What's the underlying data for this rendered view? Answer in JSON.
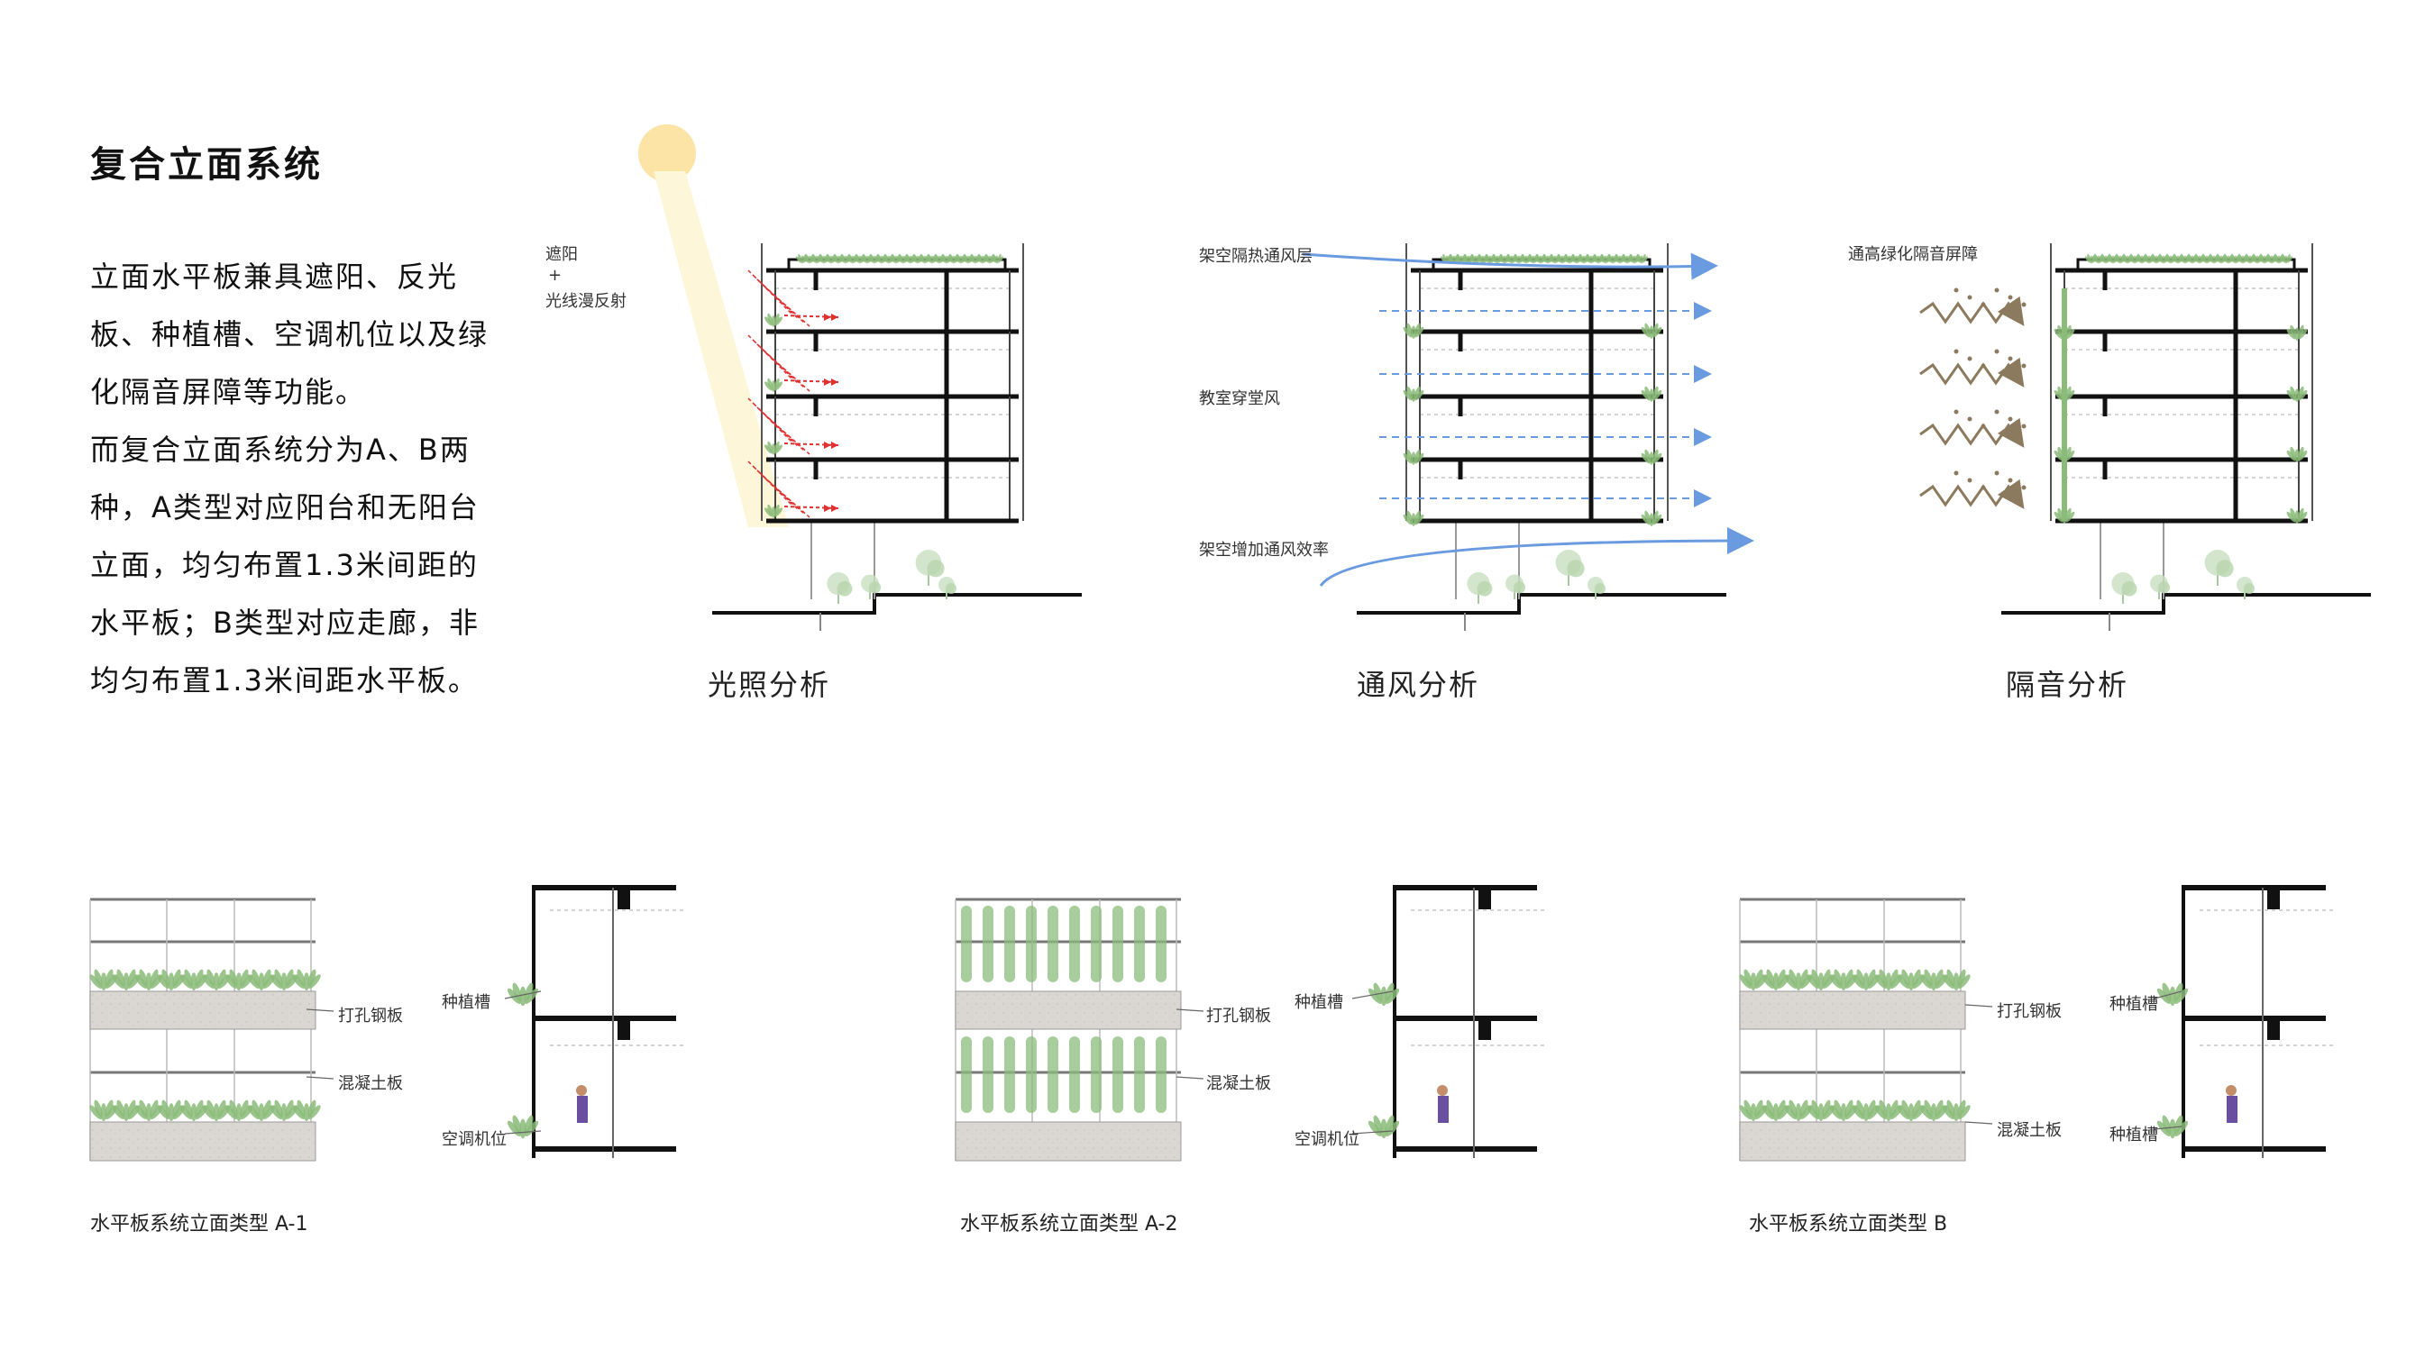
{
  "title": "复合立面系统",
  "description": [
    "立面水平板兼具遮阳、反光板、种植槽、空调机位以及绿化隔音屏障等功能。",
    "而复合立面系统分为A、B两种，A类型对应阳台和无阳台立面，均匀布置1.3米间距的水平板；B类型对应走廊，非均匀布置1.3米间距水平板。"
  ],
  "analyses": [
    {
      "caption": "光照分析",
      "labels": [
        "遮阳",
        "+",
        "光线漫反射"
      ]
    },
    {
      "caption": "通风分析",
      "labels": [
        "架空隔热通风层",
        "教室穿堂风",
        "架空增加通风效率"
      ]
    },
    {
      "caption": "隔音分析",
      "labels": [
        "通高绿化隔音屏障"
      ]
    }
  ],
  "types": [
    {
      "caption": "水平板系统立面类型 A-1",
      "elev_labels": [
        "打孔钢板",
        "混凝土板"
      ],
      "sect_labels": [
        "种植槽",
        "空调机位"
      ]
    },
    {
      "caption": "水平板系统立面类型 A-2",
      "elev_labels": [
        "打孔钢板",
        "混凝土板"
      ],
      "sect_labels": [
        "种植槽",
        "空调机位"
      ]
    },
    {
      "caption": "水平板系统立面类型 B",
      "elev_labels": [
        "打孔钢板",
        "混凝土板"
      ],
      "sect_labels": [
        "种植槽",
        "种植槽"
      ]
    }
  ],
  "colors": {
    "sun": "#FCE3A6",
    "sun_beam": "#FEF6D8",
    "light_arrows": "#E03131",
    "wind": "#6A9BE0",
    "noise": "#8C7A5E",
    "plant": "#8BBB79",
    "structure": "#111111",
    "concrete": "#D8D4CF"
  }
}
